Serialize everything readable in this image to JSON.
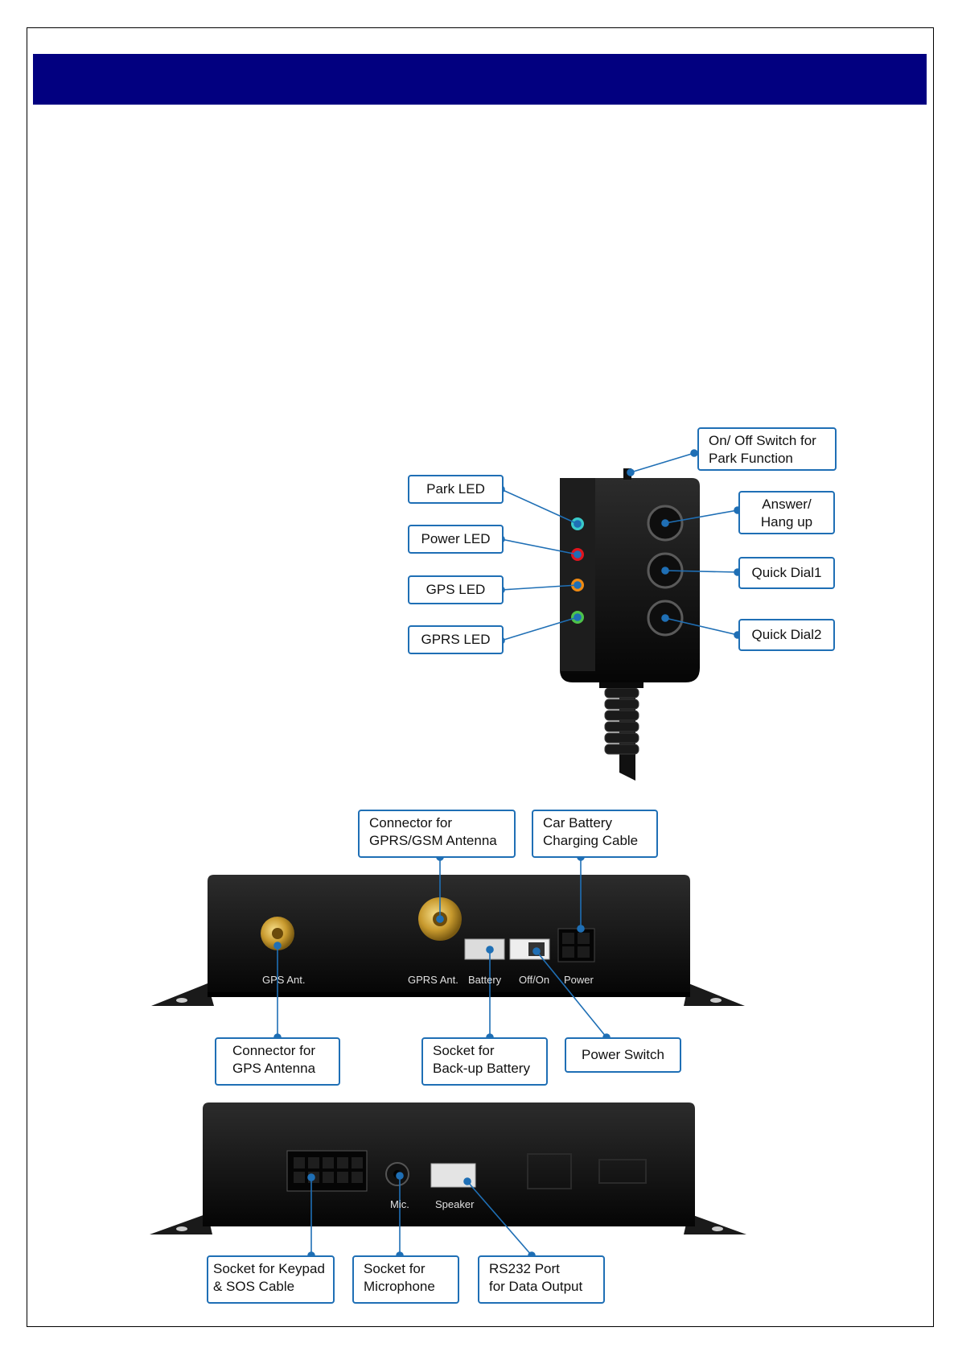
{
  "keypad": {
    "callouts": {
      "switch_l1": "On/ Off Switch for",
      "switch_l2": "Park Function",
      "park_led": "Park LED",
      "power_led": "Power LED",
      "gps_led": "GPS LED",
      "gprs_led": "GPRS LED",
      "answer_l1": "Answer/",
      "answer_l2": "Hang up",
      "quick_dial1": "Quick Dial1",
      "quick_dial2": "Quick Dial2"
    },
    "led_colors": {
      "park": "#39c9c9",
      "power": "#e0141e",
      "gps": "#f08a12",
      "gprs": "#4ec24a"
    }
  },
  "unit_front": {
    "port_labels": [
      "GPS Ant.",
      "GPRS Ant.",
      "Battery",
      "Off/On",
      "Power"
    ],
    "callouts": {
      "gprs_l1": "Connector for",
      "gprs_l2": "GPRS/GSM Antenna",
      "car_l1": "Car Battery",
      "car_l2": "Charging Cable",
      "gps_l1": "Connector for",
      "gps_l2": "GPS Antenna",
      "backup_l1": "Socket for",
      "backup_l2": "Back-up Battery",
      "power_switch": "Power Switch"
    }
  },
  "unit_back": {
    "port_labels": [
      "Mic.",
      "Speaker"
    ],
    "callouts": {
      "keypad_l1": "Socket for Keypad",
      "keypad_l2": "& SOS Cable",
      "mic_l1": "Socket for",
      "mic_l2": "Microphone",
      "rs_l1": "RS232 Port",
      "rs_l2": "for Data Output"
    }
  },
  "colors": {
    "header": "#020080",
    "callout_border": "#1f6fb5"
  }
}
